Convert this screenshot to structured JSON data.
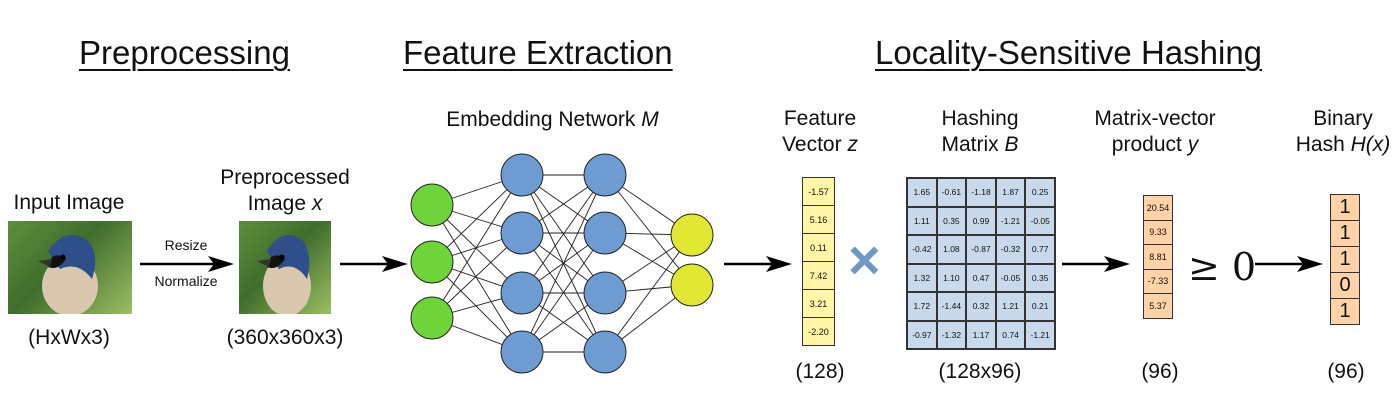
{
  "headings": {
    "preprocessing": "Preprocessing",
    "feature_extraction": "Feature Extraction",
    "lsh": "Locality-Sensitive Hashing"
  },
  "input": {
    "title": "Input Image",
    "dims": "(HxWx3)"
  },
  "arrow1": {
    "top": "Resize",
    "bottom": "Normalize"
  },
  "preprocessed": {
    "line1": "Preprocessed",
    "line2_text": "Image ",
    "line2_var": "x",
    "dims": "(360x360x3)"
  },
  "network": {
    "title_text": "Embedding Network ",
    "title_var": "M",
    "colors": {
      "input": "#6fd33a",
      "hidden": "#6e9bd2",
      "output": "#e2e832"
    }
  },
  "feature_vector": {
    "line1": "Feature",
    "line2_text": "Vector ",
    "line2_var": "z",
    "values": [
      "-1.57",
      "5.16",
      "0.11",
      "7.42",
      "3.21",
      "-2.20"
    ],
    "dims": "(128)"
  },
  "multiply_symbol": "×",
  "hashing_matrix": {
    "line1": "Hashing",
    "line2_text": "Matrix ",
    "line2_var": "B",
    "rows": [
      [
        "1.65",
        "-0.61",
        "-1.18",
        "1.87",
        "0.25"
      ],
      [
        "1.11",
        "0.35",
        "0.99",
        "-1.21",
        "-0.05"
      ],
      [
        "-0.42",
        "1.08",
        "-0.87",
        "-0.32",
        "0.77"
      ],
      [
        "1.32",
        "1.10",
        "0.47",
        "-0.05",
        "0.35"
      ],
      [
        "1.72",
        "-1.44",
        "0.32",
        "1.21",
        "0.21"
      ],
      [
        "-0.97",
        "-1.32",
        "1.17",
        "0.74",
        "-1.21"
      ]
    ],
    "dims": "(128x96)"
  },
  "product": {
    "line1": "Matrix-vector",
    "line2_text": "product ",
    "line2_var": "y",
    "values": [
      "20.54",
      "9.33",
      "8.81",
      "-7.33",
      "5.37"
    ],
    "dims": "(96)"
  },
  "threshold": "≥ 0",
  "binary_hash": {
    "line1": "Binary",
    "line2_text": "Hash ",
    "line2_var": "H(x)",
    "values": [
      "1",
      "1",
      "1",
      "0",
      "1"
    ],
    "dims": "(96)"
  }
}
